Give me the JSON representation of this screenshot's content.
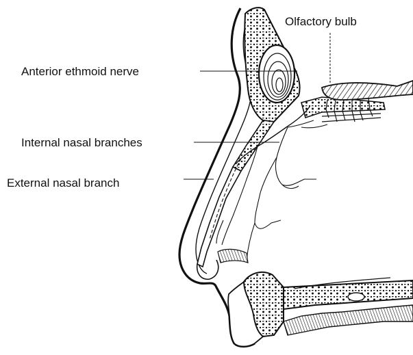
{
  "labels": {
    "olfactory_bulb": "Olfactory bulb",
    "anterior_ethmoid_nerve": "Anterior ethmoid nerve",
    "internal_nasal_branches": "Internal nasal branches",
    "external_nasal_branch": "External nasal branch"
  },
  "colors": {
    "ink": "#111111",
    "background": "#ffffff"
  }
}
